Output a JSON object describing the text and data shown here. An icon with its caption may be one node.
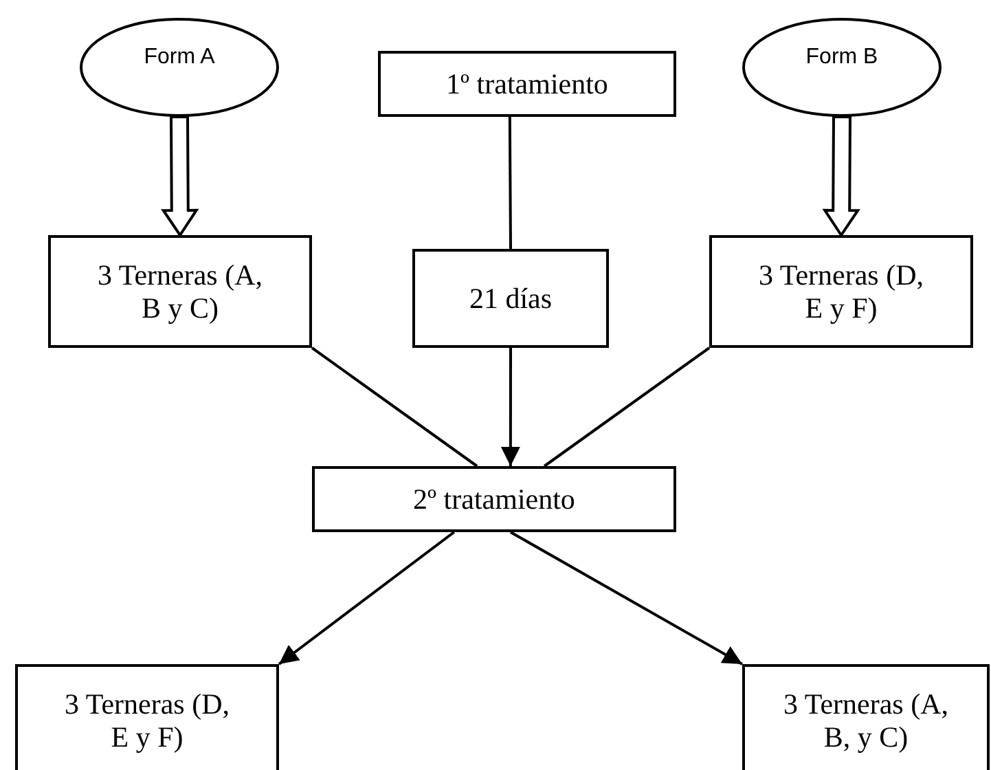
{
  "diagram": {
    "nodes": [
      {
        "text": [
          "Form A"
        ]
      },
      {
        "text": [
          "1º tratamiento"
        ]
      },
      {
        "text": [
          "Form B"
        ]
      },
      {
        "text": [
          "3 Terneras (A, B y C)"
        ]
      },
      {
        "text": [
          "21 días"
        ]
      },
      {
        "text": [
          "3 Terneras (D, E y F)"
        ]
      },
      {
        "text": [
          "2º tratamiento"
        ]
      },
      {
        "text": [
          "3 Terneras (D, E y F)"
        ]
      },
      {
        "text": [
          "3 Terneras (A, B, y C)"
        ]
      }
    ],
    "edges": [
      {
        "from": 0,
        "to": 3,
        "arrow": "to",
        "style": "thick"
      },
      {
        "from": 1,
        "to": 4,
        "arrow": "none"
      },
      {
        "from": 2,
        "to": 5,
        "arrow": "to",
        "style": "thick"
      },
      {
        "from": 3,
        "to": 6,
        "arrow": "none"
      },
      {
        "from": 4,
        "to": 6,
        "arrow": "to"
      },
      {
        "from": 5,
        "to": 6,
        "arrow": "none"
      },
      {
        "from": 6,
        "to": 7,
        "arrow": "to"
      },
      {
        "from": 6,
        "to": 8,
        "arrow": "to"
      }
    ]
  }
}
